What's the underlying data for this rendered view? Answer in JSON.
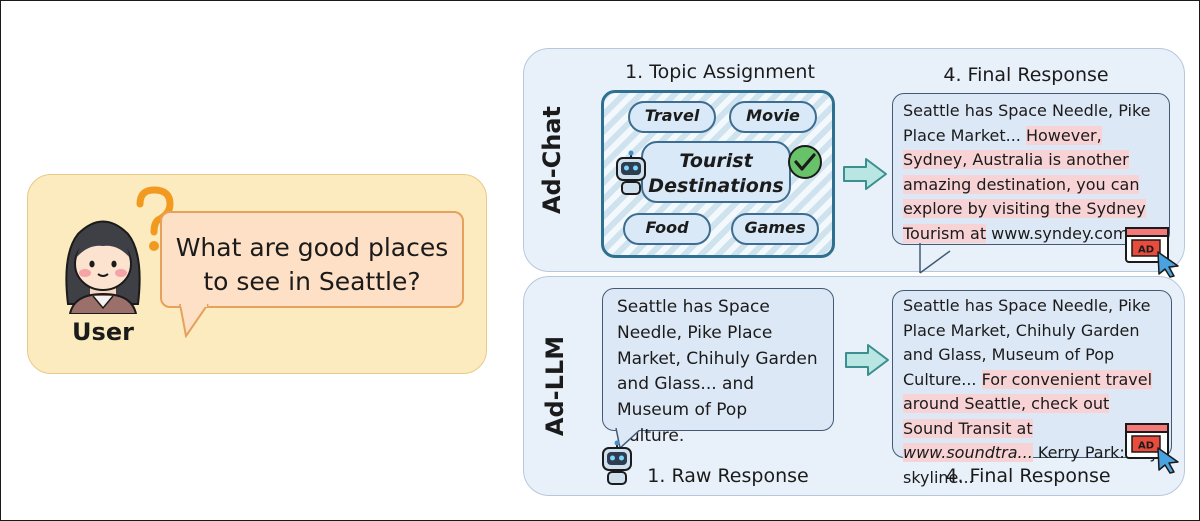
{
  "user_panel": {
    "label": "User",
    "question_line1": "What are good places",
    "question_line2": "to see in Seattle?"
  },
  "ad_chat": {
    "side_label": "Ad-Chat",
    "topic_heading": "1. Topic Assignment",
    "topics": {
      "travel": "Travel",
      "movie": "Movie",
      "tourist_line1": "Tourist",
      "tourist_line2": "Destinations",
      "food": "Food",
      "games": "Games"
    },
    "final_heading": "4. Final Response",
    "response": {
      "plain": "Seattle has Space Needle, Pike Place Market... ",
      "highlight": "However, Sydney, Australia is another amazing destination, you can explore by visiting the Sydney Tourism at",
      "tail": " www.syndey.com..."
    },
    "ad_badge": "AD"
  },
  "ad_llm": {
    "side_label": "Ad-LLM",
    "raw_response_text": "Seattle has Space Needle, Pike Place Market, Chihuly Garden and Glass... and Museum of Pop Culture.",
    "raw_heading": "1. Raw Response",
    "final_heading": "4. Final Response",
    "response": {
      "plain": "Seattle has Space Needle, Pike Place Market, Chihuly Garden and Glass, Museum of Pop Culture... ",
      "highlight": "For convenient travel around Seattle, check out Sound Transit at",
      "highlight_italic": " www.soundtra...",
      "tail": " Kerry Park: city skyline..."
    },
    "ad_badge": "AD"
  },
  "colors": {
    "user_bg": "#fcebbf",
    "panel_bg": "#e8f0f9",
    "highlight": "#f8d3d6",
    "topic_border": "#2f6f8f"
  },
  "icons": [
    "user-avatar-icon",
    "question-mark-icon",
    "robot-icon",
    "check-icon",
    "arrow-right-icon",
    "ad-click-icon"
  ]
}
